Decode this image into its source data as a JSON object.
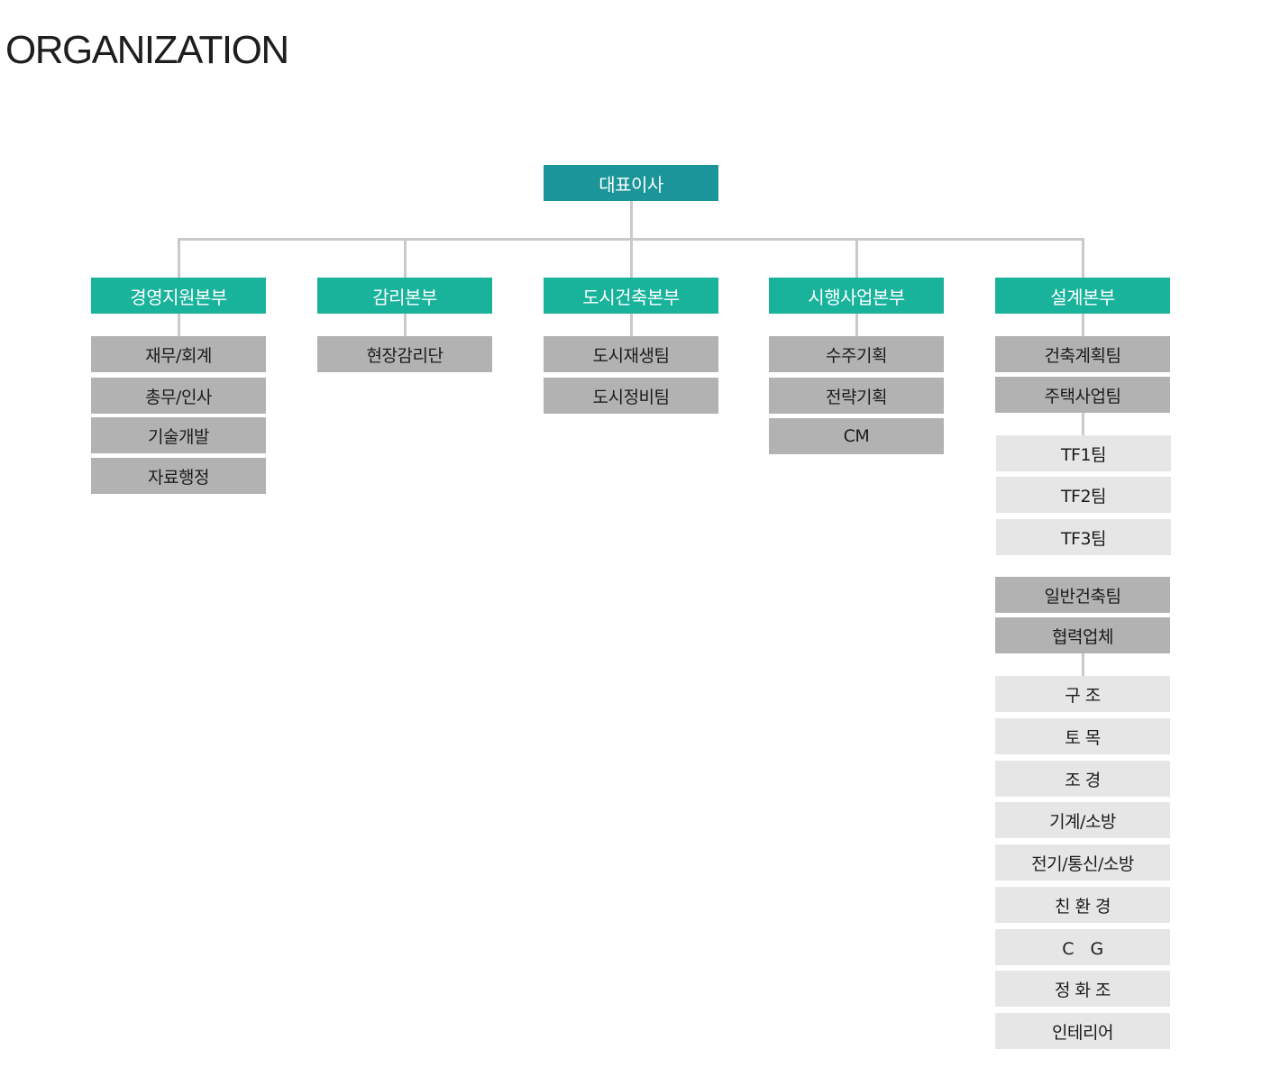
{
  "title": "ORGANIZATION",
  "colors": {
    "ceo": "#1b9599",
    "division": "#19b39c",
    "team": "#b2b2b2",
    "subteam": "#e6e6e6",
    "connector": "#c9c9c9"
  },
  "ceo": "대표이사",
  "divisions": [
    {
      "name": "경영지원본부",
      "teams": [
        "재무/회계",
        "총무/인사",
        "기술개발",
        "자료행정"
      ]
    },
    {
      "name": "감리본부",
      "teams": [
        "현장감리단"
      ]
    },
    {
      "name": "도시건축본부",
      "teams": [
        "도시재생팀",
        "도시정비팀"
      ]
    },
    {
      "name": "시행사업본부",
      "teams": [
        "수주기획",
        "전략기획",
        "CM"
      ]
    },
    {
      "name": "설계본부",
      "teams": [
        "건축계획팀",
        "주택사업팀"
      ],
      "tf_teams": [
        "TF1팀",
        "TF2팀",
        "TF3팀"
      ],
      "teams_2": [
        "일반건축팀",
        "협력업체"
      ],
      "partners": [
        "구 조",
        "토 목",
        "조 경",
        "기계/소방",
        "전기/통신/소방",
        "친 환 경",
        "C　G",
        "정 화 조",
        "인테리어"
      ]
    }
  ]
}
